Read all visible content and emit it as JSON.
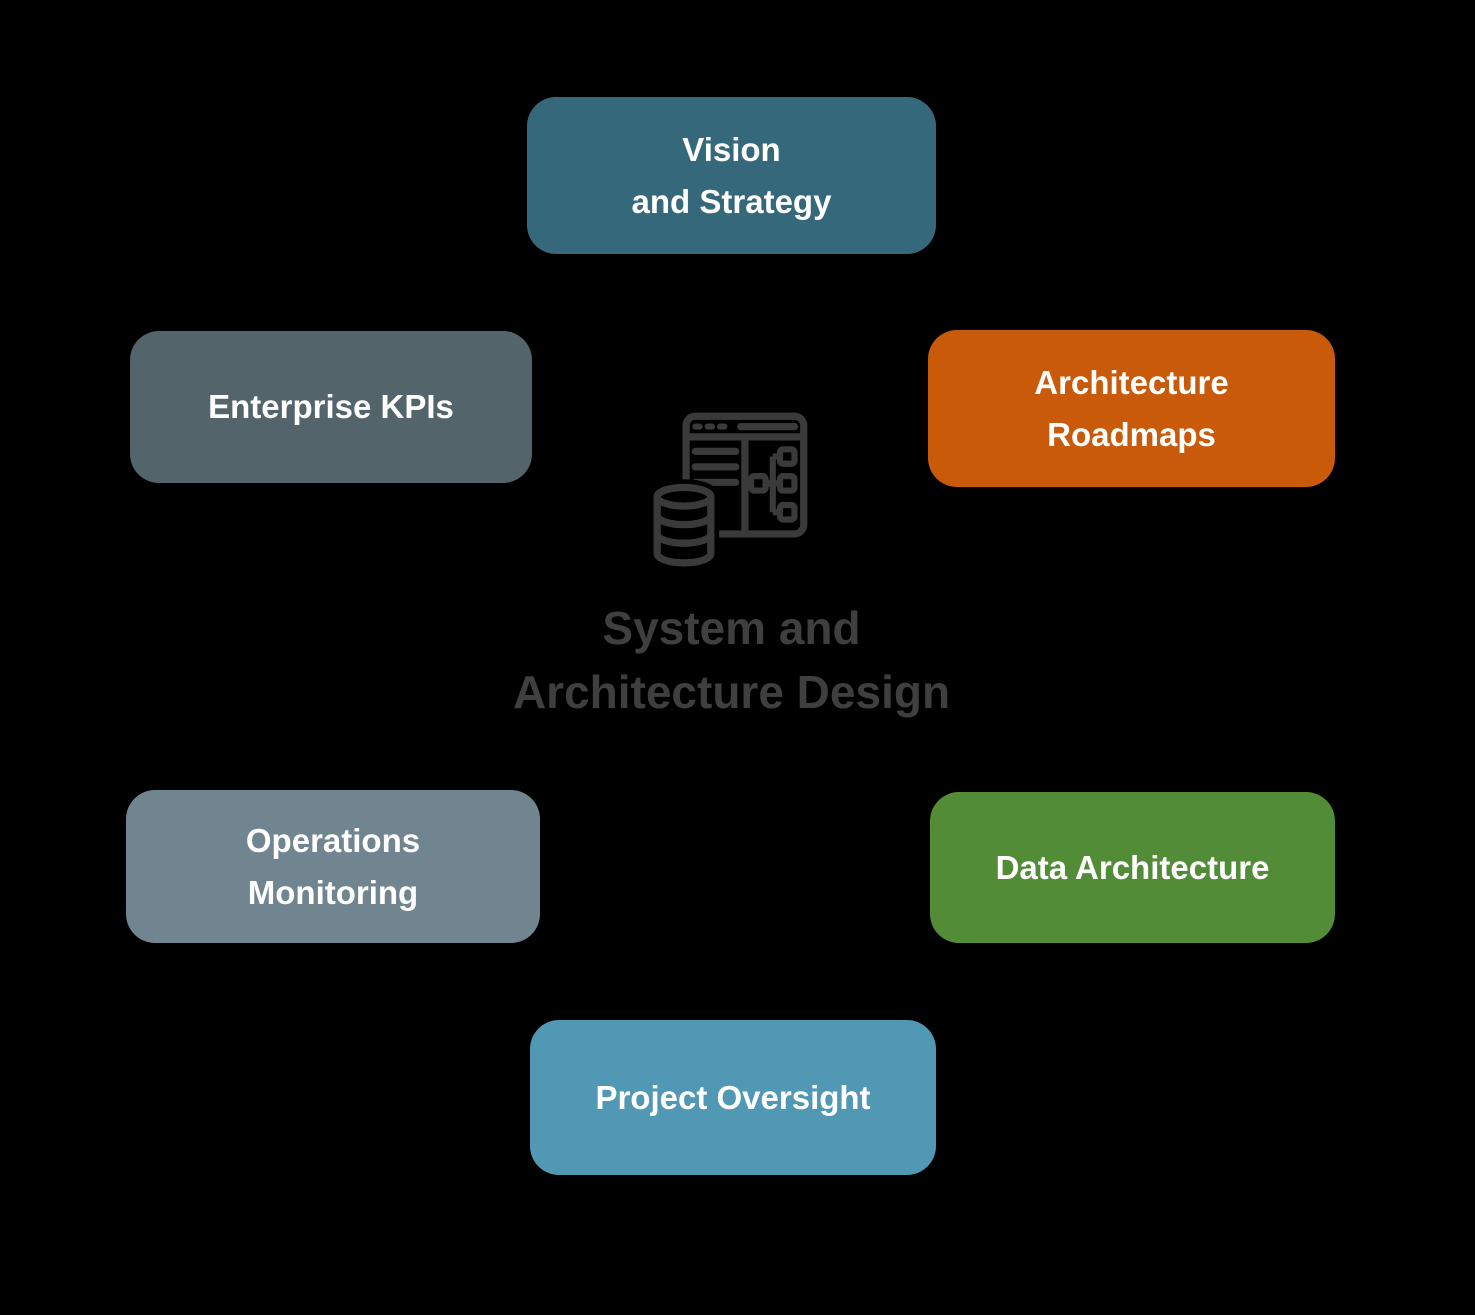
{
  "diagram": {
    "background_color": "#000000",
    "center": {
      "title": "System and Architecture Design",
      "lines": [
        "System and",
        "Architecture Design"
      ],
      "title_color": "#3f3f3f",
      "icon": "database-window-architecture-icon",
      "icon_color": "#3a3a3a"
    },
    "nodes": [
      {
        "id": "vision-and-strategy",
        "label": "Vision and Strategy",
        "lines": [
          "Vision",
          "and Strategy"
        ],
        "color": "#36687c",
        "text_color": "#ffffff",
        "position": "top-center"
      },
      {
        "id": "enterprise-kpis",
        "label": "Enterprise KPIs",
        "lines": [
          "Enterprise KPIs"
        ],
        "color": "#53646b",
        "text_color": "#ffffff",
        "position": "upper-left"
      },
      {
        "id": "architecture-roadmaps",
        "label": "Architecture Roadmaps",
        "lines": [
          "Architecture",
          "Roadmaps"
        ],
        "color": "#c85a0a",
        "text_color": "#ffffff",
        "position": "upper-right"
      },
      {
        "id": "operations-monitoring",
        "label": "Operations Monitoring",
        "lines": [
          "Operations",
          "Monitoring"
        ],
        "color": "#70858f",
        "text_color": "#ffffff",
        "position": "lower-left"
      },
      {
        "id": "data-architecture",
        "label": "Data Architecture",
        "lines": [
          "Data Architecture"
        ],
        "color": "#538c36",
        "text_color": "#ffffff",
        "position": "lower-right"
      },
      {
        "id": "project-oversight",
        "label": "Project Oversight",
        "lines": [
          "Project Oversight"
        ],
        "color": "#5198b4",
        "text_color": "#ffffff",
        "position": "bottom-center"
      }
    ]
  }
}
